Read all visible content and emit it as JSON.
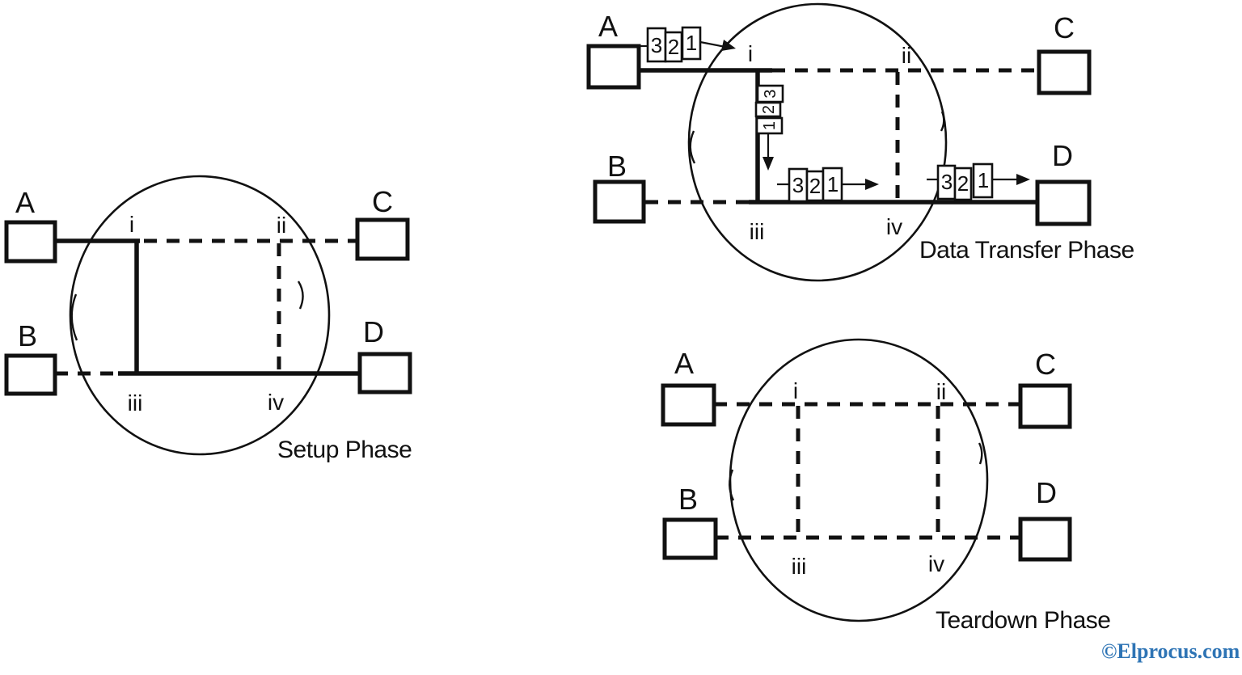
{
  "colors": {
    "ink": "#111111",
    "background": "#ffffff",
    "watermark_blue": "#2E74B5"
  },
  "watermark": {
    "text": "©Elprocus.com",
    "color": "#2E74B5"
  },
  "setup": {
    "title": "Setup Phase",
    "nodes": {
      "a": "A",
      "b": "B",
      "c": "C",
      "d": "D"
    },
    "switches": {
      "i": "i",
      "ii": "ii",
      "iii": "iii",
      "iv": "iv"
    }
  },
  "transfer": {
    "title": "Data Transfer Phase",
    "nodes": {
      "a": "A",
      "b": "B",
      "c": "C",
      "d": "D"
    },
    "switches": {
      "i": "i",
      "ii": "ii",
      "iii": "iii",
      "iv": "iv"
    },
    "packet_groups": {
      "a_to_i": [
        "3",
        "2",
        "1"
      ],
      "i_to_iii": [
        "3",
        "2",
        "1"
      ],
      "iii_to_iv": [
        "3",
        "2",
        "1"
      ],
      "iv_to_d": [
        "3",
        "2",
        "1"
      ]
    }
  },
  "teardown": {
    "title": "Teardown Phase",
    "nodes": {
      "a": "A",
      "b": "B",
      "c": "C",
      "d": "D"
    },
    "switches": {
      "i": "i",
      "ii": "ii",
      "iii": "iii",
      "iv": "iv"
    }
  }
}
